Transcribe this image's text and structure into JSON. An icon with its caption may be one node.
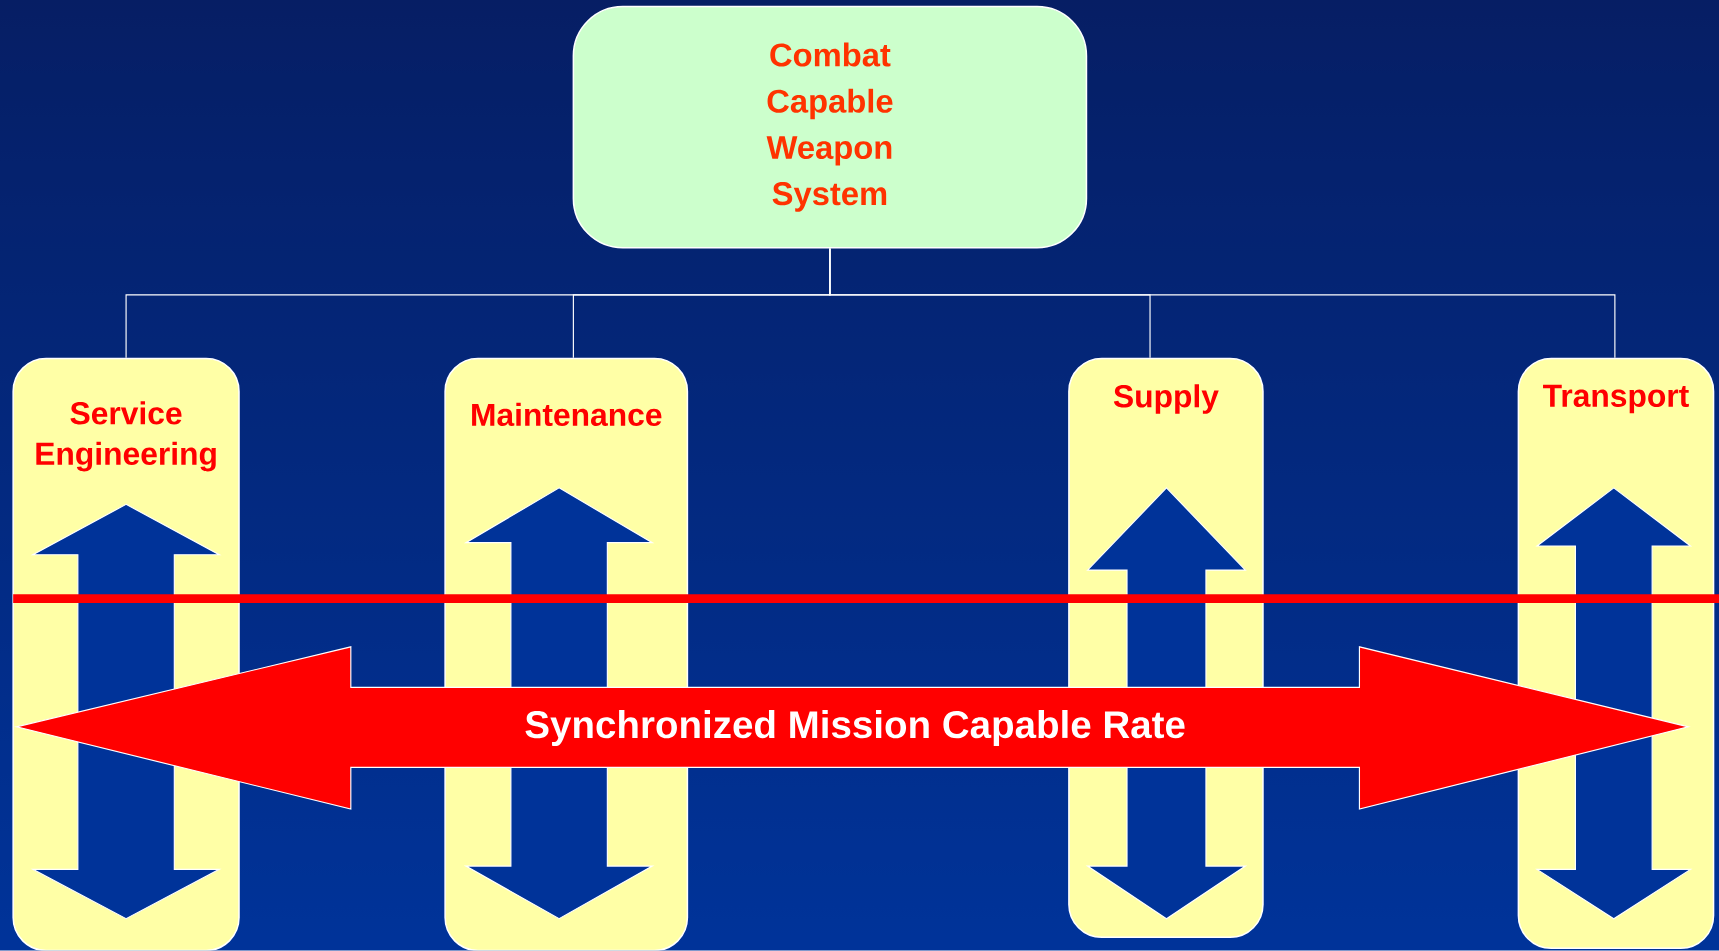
{
  "diagram": {
    "nodes": [
      {
        "text": [
          "Combat Capable Weapon System"
        ]
      },
      {
        "text": [
          "Service Engineering"
        ]
      },
      {
        "text": [
          "Maintenance"
        ]
      },
      {
        "text": [
          "Supply"
        ]
      },
      {
        "text": [
          "Transport"
        ]
      },
      {
        "text": [
          "Synchronized  Mission Capable Rate"
        ]
      }
    ],
    "edges": [
      {
        "from": 0,
        "to": 1,
        "arrow": "none"
      },
      {
        "from": 0,
        "to": 2,
        "arrow": "none"
      },
      {
        "from": 0,
        "to": 3,
        "arrow": "none"
      },
      {
        "from": 0,
        "to": 4,
        "arrow": "none"
      }
    ]
  }
}
